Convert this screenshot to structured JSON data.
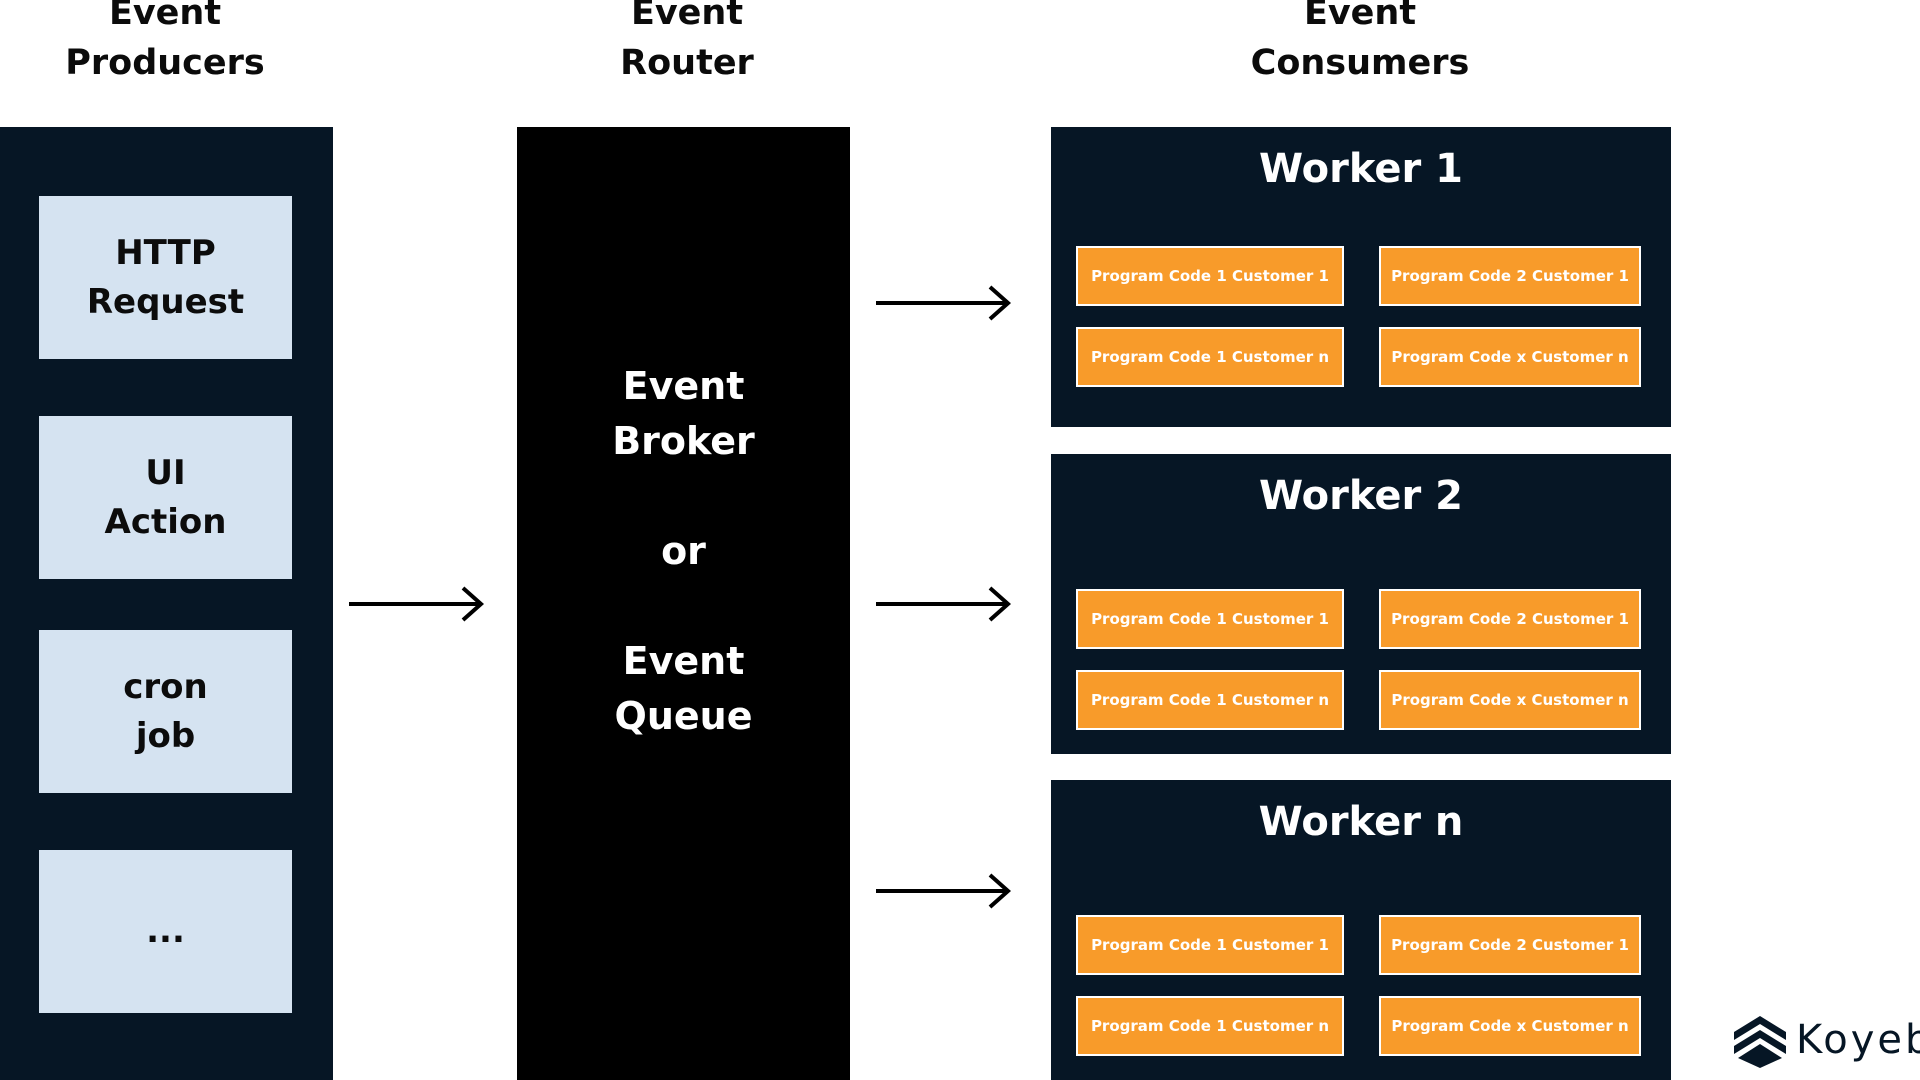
{
  "headings": {
    "producers": "Event\nProducers",
    "router": "Event\nRouter",
    "consumers": "Event\nConsumers"
  },
  "producers": [
    {
      "label": "HTTP\nRequest"
    },
    {
      "label": "UI\nAction"
    },
    {
      "label": "cron\njob"
    },
    {
      "label": "..."
    }
  ],
  "router": {
    "text": "Event\nBroker\n\nor\n\nEvent\nQueue"
  },
  "workers": [
    {
      "title": "Worker 1",
      "programs": [
        "Program Code 1 Customer 1",
        "Program Code 2 Customer 1",
        "Program Code 1 Customer n",
        "Program Code x Customer n"
      ]
    },
    {
      "title": "Worker 2",
      "programs": [
        "Program Code 1 Customer 1",
        "Program Code 2 Customer 1",
        "Program Code 1 Customer n",
        "Program Code x Customer n"
      ]
    },
    {
      "title": "Worker n",
      "programs": [
        "Program Code 1 Customer 1",
        "Program Code 2 Customer 1",
        "Program Code 1 Customer n",
        "Program Code x Customer n"
      ]
    }
  ],
  "logo": {
    "text": "Koyeb"
  },
  "colors": {
    "panel_dark": "#061625",
    "router_black": "#000000",
    "producer_box": "#d5e3f1",
    "program_box": "#f89b2a"
  }
}
